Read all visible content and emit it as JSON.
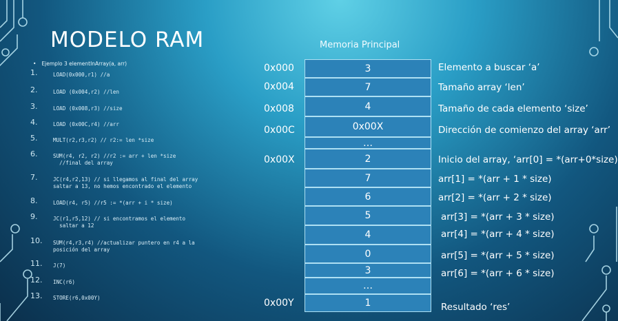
{
  "title": "MODELO RAM",
  "example": "Ejemplo 3 elementInArray(a, arr)",
  "code_lines": [
    {
      "num": "1.",
      "code": "LOAD(0x000,r1) //a"
    },
    {
      "num": "2.",
      "code": "LOAD (0x004,r2) //len"
    },
    {
      "num": "3.",
      "code": "LOAD (0x008,r3) //size"
    },
    {
      "num": "4.",
      "code": "LOAD (0x00C,r4) //arr"
    },
    {
      "num": "5.",
      "code": "MULT(r2,r3,r2) // r2:= len *size"
    },
    {
      "num": "6.",
      "code": "SUM(r4, r2, r2) //r2 := arr + len *size\n  //final del array"
    },
    {
      "num": "7.",
      "code": "JC(r4,r2,13) // si llegamos al final del array\nsaltar a 13, no hemos encontrado el elemento"
    },
    {
      "num": "8.",
      "code": "LOAD(r4, r5) //r5 := *(arr + i * size)"
    },
    {
      "num": "9.",
      "code": "JC(r1,r5,12) // si encontramos el elemento\n  saltar a 12"
    },
    {
      "num": "10.",
      "code": "SUM(r4,r3,r4) //actualizar puntero en r4 a la\nposición del array"
    },
    {
      "num": "11.",
      "code": "J(7)"
    },
    {
      "num": "12.",
      "code": "INC(r6)"
    },
    {
      "num": "13.",
      "code": "STORE(r6,0x00Y)"
    }
  ],
  "memory_title": "Memoria Principal",
  "cells": [
    {
      "value": "3",
      "addr": "0x000",
      "desc": "Elemento a buscar ‘a’"
    },
    {
      "value": "7",
      "addr": "0x004",
      "desc": "Tamaño array ‘len’"
    },
    {
      "value": "4",
      "addr": "0x008",
      "desc": "Tamaño de cada elemento ‘size’"
    },
    {
      "value": "0x00X",
      "addr": "0x00C",
      "desc": "Dirección de comienzo del array ‘arr’"
    },
    {
      "value": "…",
      "addr": "",
      "desc": ""
    },
    {
      "value": "2",
      "addr": "0x00X",
      "desc": "Inicio del array, ‘arr[0] = *(arr+0*size)’"
    },
    {
      "value": "7",
      "addr": "",
      "desc": "arr[1] = *(arr + 1 * size)"
    },
    {
      "value": "6",
      "addr": "",
      "desc": "arr[2] = *(arr + 2 * size)"
    },
    {
      "value": "5",
      "addr": "",
      "desc": "arr[3] = *(arr + 3 * size)"
    },
    {
      "value": "4",
      "addr": "",
      "desc": "arr[4] = *(arr + 4 * size)"
    },
    {
      "value": "0",
      "addr": "",
      "desc": "arr[5] = *(arr + 5 * size)"
    },
    {
      "value": "3",
      "addr": "",
      "desc": "arr[6] = *(arr + 6 * size)"
    },
    {
      "value": "…",
      "addr": "",
      "desc": ""
    },
    {
      "value": "1",
      "addr": "0x00Y",
      "desc": "Resultado ‘res’"
    }
  ]
}
